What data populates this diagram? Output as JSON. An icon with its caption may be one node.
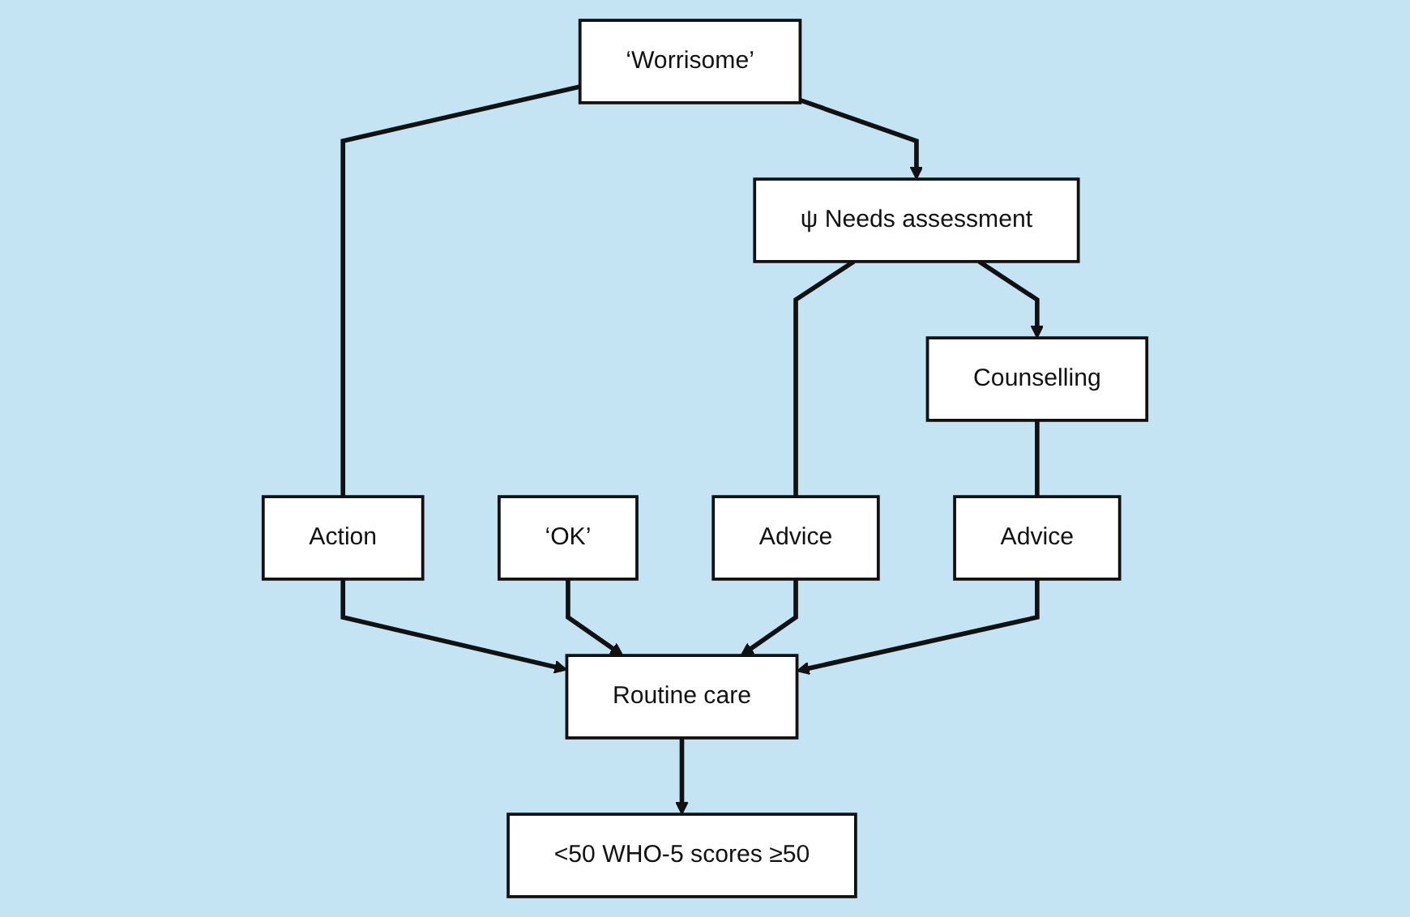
{
  "diagram": {
    "nodes": [
      {
        "text": [
          "<50 WHO-5 scores ≥50"
        ]
      },
      {
        "text": [
          "‘Worrisome’"
        ]
      },
      {
        "text": [
          "‘OK’"
        ]
      },
      {
        "text": [
          "Action"
        ]
      },
      {
        "text": [
          "ψ Needs assessment"
        ]
      },
      {
        "text": [
          "Advice"
        ]
      },
      {
        "text": [
          "Routine care"
        ]
      },
      {
        "text": [
          "Counselling"
        ]
      },
      {
        "text": [
          "Advice"
        ]
      }
    ],
    "edges": [
      {
        "from": 1,
        "to": 4,
        "arrow": "to"
      },
      {
        "from": 1,
        "to": 3,
        "arrow": "none"
      },
      {
        "from": 3,
        "to": 6,
        "arrow": "to"
      },
      {
        "from": 2,
        "to": 6,
        "arrow": "to"
      },
      {
        "from": 6,
        "to": 0,
        "arrow": "to"
      },
      {
        "from": 4,
        "to": 5,
        "arrow": "none"
      },
      {
        "from": 5,
        "to": 6,
        "arrow": "to"
      },
      {
        "from": 4,
        "to": 7,
        "arrow": "to"
      },
      {
        "from": 7,
        "to": 8,
        "arrow": "none"
      },
      {
        "from": 8,
        "to": 6,
        "arrow": "to"
      }
    ]
  }
}
